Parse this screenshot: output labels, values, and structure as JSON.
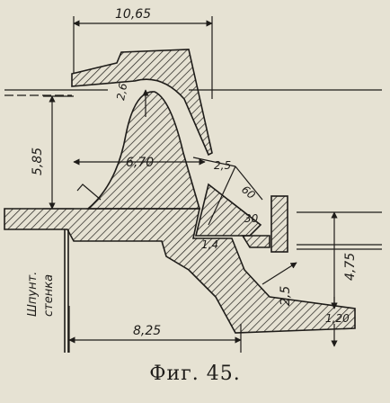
{
  "caption": "Фиг. 45.",
  "dimensions": {
    "top_width": "10,65",
    "left_height": "5,85",
    "mid_width": "6,70",
    "crest_radius": "2,6",
    "slot_a": "2,5",
    "slot_b": "60",
    "slot_c": "30",
    "toe": "1,4",
    "right_height": "4,75",
    "right_small": "2,5",
    "bottom_width": "8,25",
    "bottom_thickness": "1,20"
  },
  "labels": {
    "sheet_pile_line1": "Шпунт.",
    "sheet_pile_line2": "стенка"
  },
  "colors": {
    "ink": "#1e1c19",
    "paper": "#e6e2d3"
  }
}
